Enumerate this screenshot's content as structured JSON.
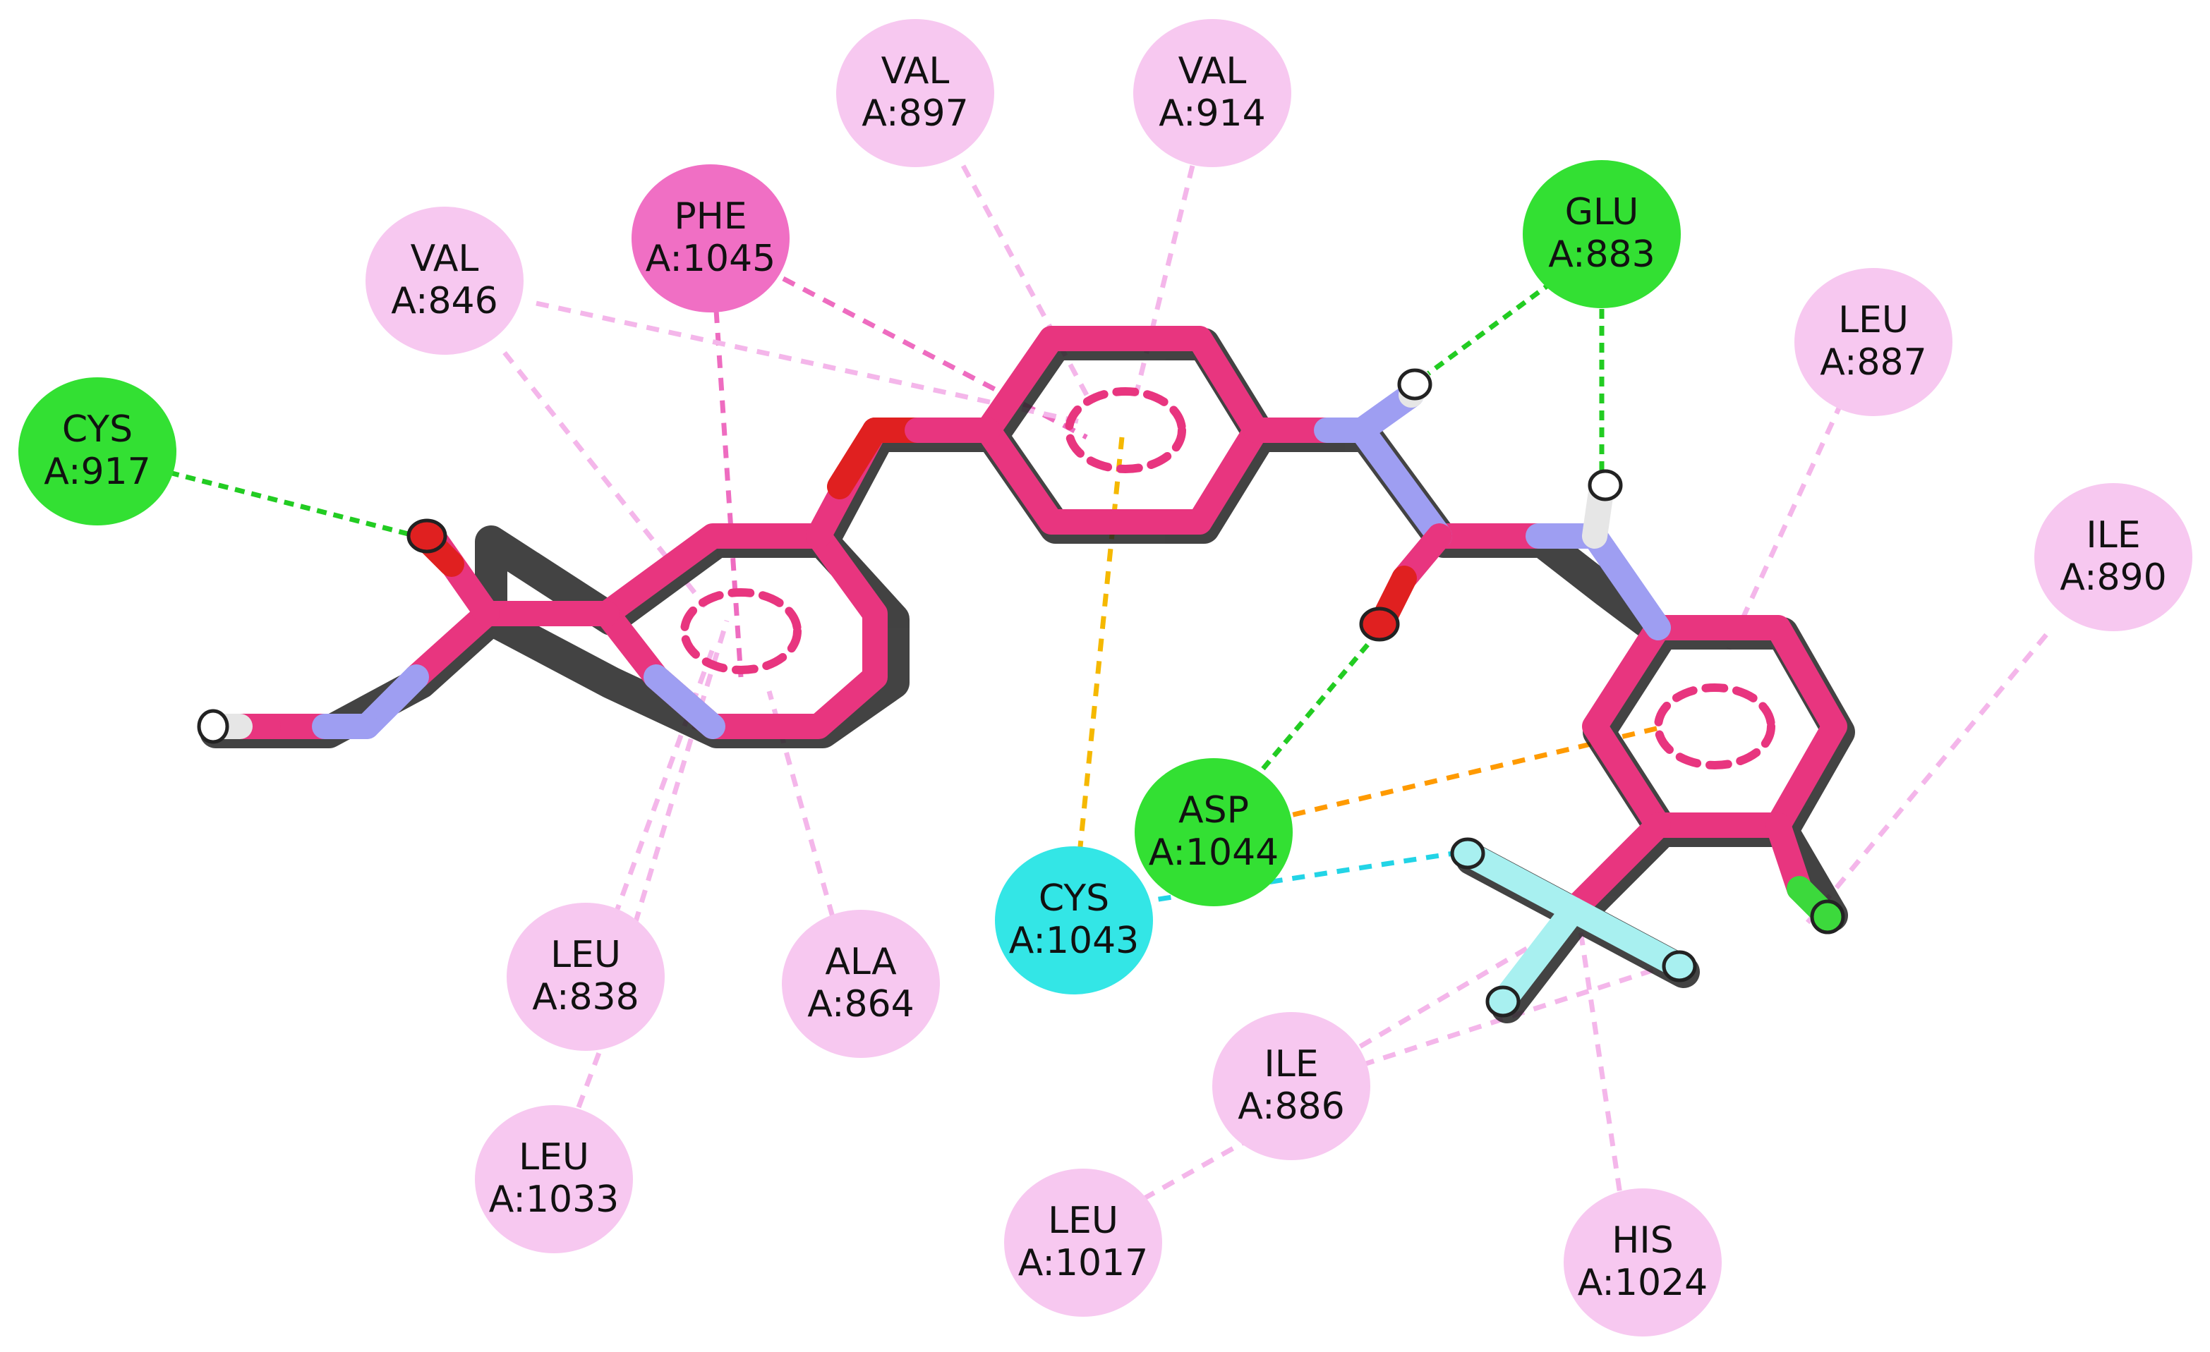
{
  "residues": [
    {
      "id": "val897",
      "name": "VAL",
      "num": "A:897",
      "kind": "alkyl"
    },
    {
      "id": "val914",
      "name": "VAL",
      "num": "A:914",
      "kind": "alkyl"
    },
    {
      "id": "phe1045",
      "name": "PHE",
      "num": "A:1045",
      "kind": "pi-pi"
    },
    {
      "id": "val846",
      "name": "VAL",
      "num": "A:846",
      "kind": "alkyl"
    },
    {
      "id": "glu883",
      "name": "GLU",
      "num": "A:883",
      "kind": "hbond"
    },
    {
      "id": "leu887",
      "name": "LEU",
      "num": "A:887",
      "kind": "alkyl"
    },
    {
      "id": "cys917",
      "name": "CYS",
      "num": "A:917",
      "kind": "hbond"
    },
    {
      "id": "ile890",
      "name": "ILE",
      "num": "A:890",
      "kind": "alkyl"
    },
    {
      "id": "asp1044",
      "name": "ASP",
      "num": "A:1044",
      "kind": "hbond"
    },
    {
      "id": "cys1043",
      "name": "CYS",
      "num": "A:1043",
      "kind": "halogen"
    },
    {
      "id": "leu838",
      "name": "LEU",
      "num": "A:838",
      "kind": "alkyl"
    },
    {
      "id": "ala864",
      "name": "ALA",
      "num": "A:864",
      "kind": "alkyl"
    },
    {
      "id": "ile886",
      "name": "ILE",
      "num": "A:886",
      "kind": "alkyl"
    },
    {
      "id": "leu1033",
      "name": "LEU",
      "num": "A:1033",
      "kind": "alkyl"
    },
    {
      "id": "leu1017",
      "name": "LEU",
      "num": "A:1017",
      "kind": "alkyl"
    },
    {
      "id": "his1024",
      "name": "HIS",
      "num": "A:1024",
      "kind": "alkyl"
    }
  ],
  "colors": {
    "alkyl": "#f7c8f0",
    "pi-pi": "#f06fc4",
    "hbond": "#33e033",
    "halogen": "#33e6e6",
    "carbon": "#e8357f",
    "nitrogen": "#9e9ef2",
    "oxygen": "#e02020",
    "hydrogen": "#e6e6e6",
    "fluorine": "#a8f0f0",
    "chlorine": "#3cd93c",
    "line_hbond": "#22cc22",
    "line_alkyl": "#f4b6ea",
    "line_pipi": "#ee6cc0",
    "line_sulfur": "#f5b800",
    "line_anion": "#ff9a00",
    "line_halogen": "#22d4e6"
  }
}
